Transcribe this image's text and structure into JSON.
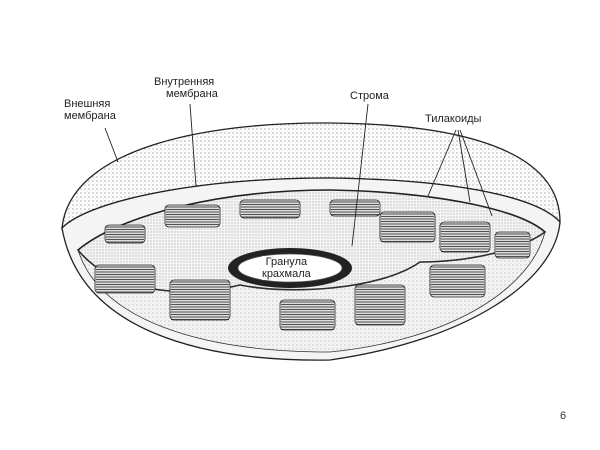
{
  "labels": {
    "outer_membrane": [
      "Внешняя",
      "мембрана"
    ],
    "inner_membrane": [
      "Внутренняя",
      "мембрана"
    ],
    "stroma": "Строма",
    "thylakoids": "Тилакоиды",
    "starch_granule": [
      "Гранула",
      "крахмала"
    ]
  },
  "page_number": "6",
  "colors": {
    "ink": "#1a1a1a",
    "stipple": "#9a9a9a",
    "paper": "#ffffff"
  }
}
